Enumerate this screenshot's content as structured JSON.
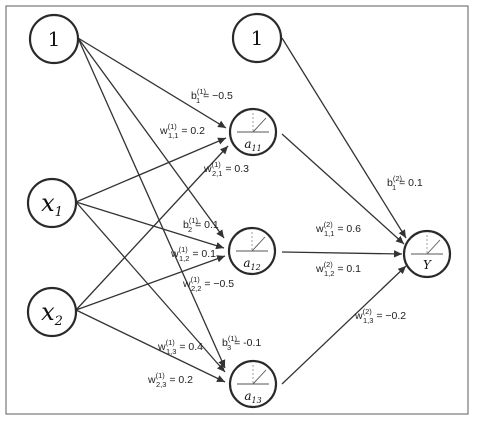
{
  "nodes": {
    "bias_input": "1",
    "x1": {
      "base": "x",
      "sub": "1"
    },
    "x2": {
      "base": "x",
      "sub": "2"
    },
    "bias_hidden": "1",
    "a11": {
      "base": "a",
      "sub": "11"
    },
    "a12": {
      "base": "a",
      "sub": "12"
    },
    "a13": {
      "base": "a",
      "sub": "13"
    },
    "output": "Y"
  },
  "weights": {
    "b1_1": {
      "base": "b",
      "sub": "1",
      "sup": "(1)",
      "value": " = −0.5"
    },
    "w11_1": {
      "base": "w",
      "sub": "1,1",
      "sup": "(1)",
      "value": " = 0.2"
    },
    "w21_1": {
      "base": "w",
      "sub": "2,1",
      "sup": "(1)",
      "value": " = 0.3"
    },
    "b2_1": {
      "base": "b",
      "sub": "2",
      "sup": "(1)",
      "value": " = 0.1"
    },
    "w12_1": {
      "base": "w",
      "sub": "1,2",
      "sup": "(1)",
      "value": " = 0.1"
    },
    "w22_1": {
      "base": "w",
      "sub": "2,2",
      "sup": "(1)",
      "value": " = −0.5"
    },
    "b3_1": {
      "base": "b",
      "sub": "3",
      "sup": "(1)",
      "value": " = -0.1"
    },
    "w13_1": {
      "base": "w",
      "sub": "1,3",
      "sup": "(1)",
      "value": " = 0.4"
    },
    "w23_1": {
      "base": "w",
      "sub": "2,3",
      "sup": "(1)",
      "value": " = 0.2"
    },
    "b1_2": {
      "base": "b",
      "sub": "1",
      "sup": "(2)",
      "value": " = 0.1"
    },
    "w11_2": {
      "base": "w",
      "sub": "1,1",
      "sup": "(2)",
      "value": " = 0.6"
    },
    "w12_2": {
      "base": "w",
      "sub": "1,2",
      "sup": "(2)",
      "value": " = 0.1"
    },
    "w13_2": {
      "base": "w",
      "sub": "1,3",
      "sup": "(2)",
      "value": " = −0.2"
    }
  }
}
